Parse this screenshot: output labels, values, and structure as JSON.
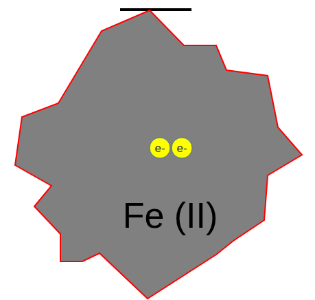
{
  "diagram": {
    "nodes": [
      {
        "text": [
          "Fe (II)"
        ]
      },
      {
        "text": [
          "e-"
        ],
        "in": 0
      },
      {
        "text": [
          "e-"
        ],
        "in": 0
      }
    ]
  }
}
